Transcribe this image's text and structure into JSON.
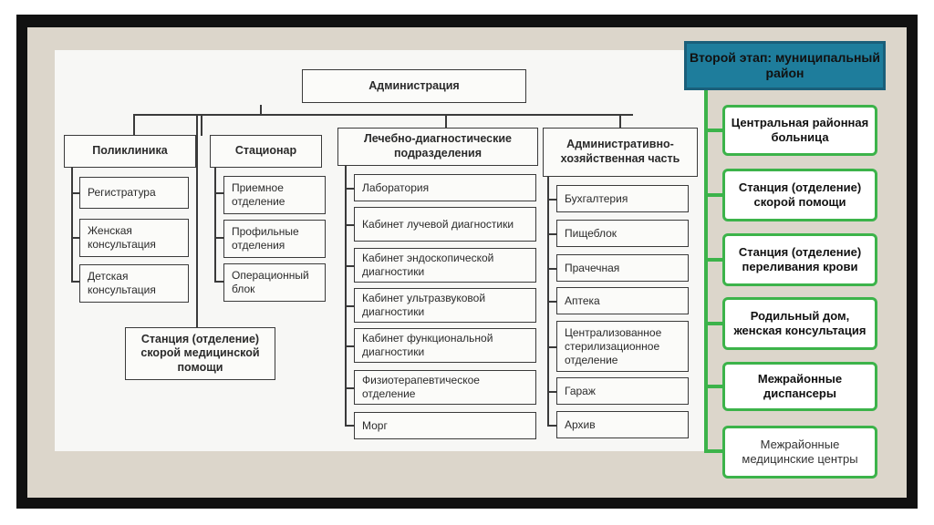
{
  "org_chart": {
    "root": "Администрация",
    "polyclinic": {
      "title": "Поликлиника",
      "items": [
        "Регистратура",
        "Женская консультация",
        "Детская консультация"
      ]
    },
    "hospital": {
      "title": "Стационар",
      "items": [
        "Приемное отделение",
        "Профильные отделения",
        "Операционный блок"
      ]
    },
    "diagnostics": {
      "title": "Лечебно-диагностические подразделения",
      "items": [
        "Лаборатория",
        "Кабинет лучевой диагностики",
        "Кабинет эндоскопической диагностики",
        "Кабинет ультразвуковой диагностики",
        "Кабинет функциональной диагностики",
        "Физиотерапевтическое отделение",
        "Морг"
      ]
    },
    "admin": {
      "title": "Административно-хозяйственная часть",
      "items": [
        "Бухгалтерия",
        "Пищеблок",
        "Прачечная",
        "Аптека",
        "Централизованное стерилизационное отделение",
        "Гараж",
        "Архив"
      ]
    },
    "ambulance": "Станция (отделение) скорой медицинской помощи"
  },
  "stage": {
    "title": "Второй этап: муниципальный район",
    "items": [
      "Центральная районная больница",
      "Станция (отделение) скорой помощи",
      "Станция (отделение) переливания крови",
      "Родильный дом, женская консультация",
      "Межрайонные диспансеры",
      "Межрайонные медицинские центры"
    ]
  },
  "colors": {
    "stage_header": "#1e7d9c",
    "stage_border": "#3cb34a",
    "frame": "#111111"
  }
}
